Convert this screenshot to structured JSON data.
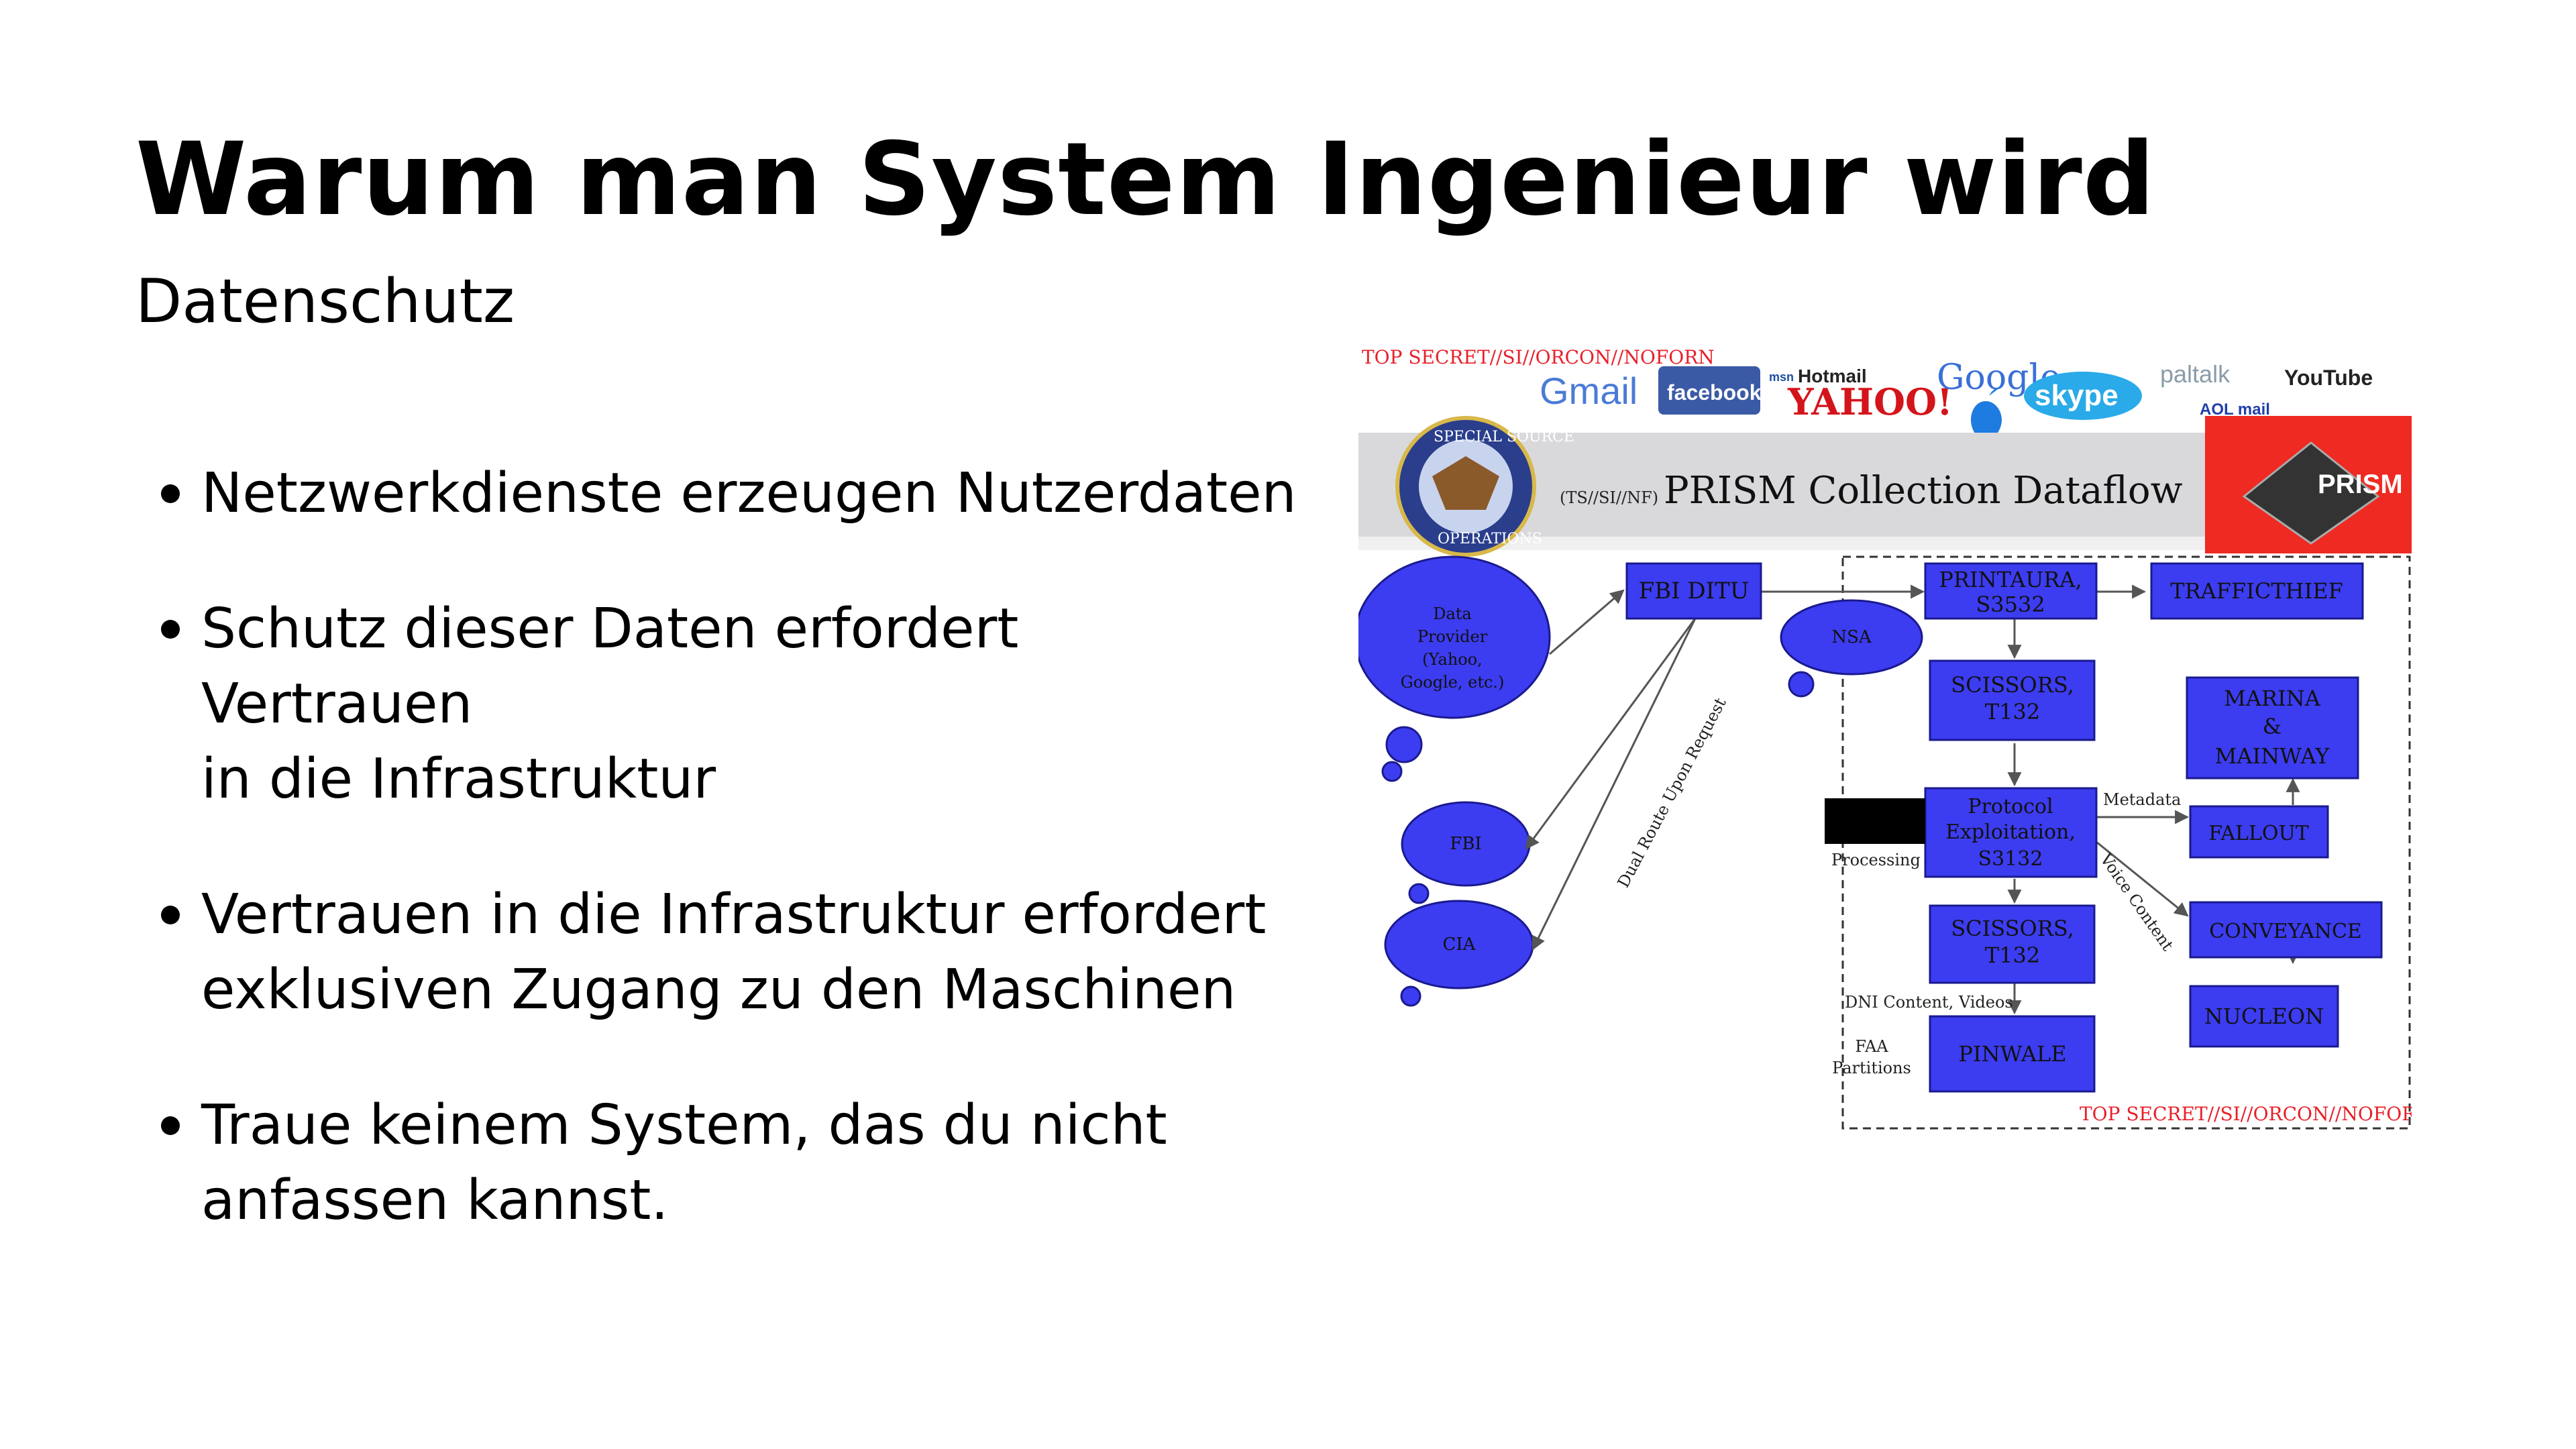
{
  "slide": {
    "title": "Warum man System Ingenieur wird",
    "subtitle": "Datenschutz",
    "bullets": [
      {
        "lines": [
          "Netzwerkdienste erzeugen Nutzerdaten"
        ]
      },
      {
        "lines": [
          "Schutz dieser Daten erfordert Vertrauen",
          "in die Infrastruktur"
        ]
      },
      {
        "lines": [
          "Vertrauen in die Infrastruktur erfordert",
          "exklusiven Zugang zu den Maschinen"
        ]
      },
      {
        "lines": [
          "Traue keinem System, das du nicht",
          "anfassen kannst."
        ]
      }
    ]
  },
  "figure": {
    "classification_top": "TOP SECRET//SI//ORCON//NOFORN",
    "classification_bottom": "TOP SECRET//SI//ORCON//NOFORN",
    "banner_prefix": "(TS//SI//NF)",
    "banner_title": "PRISM Collection Dataflow",
    "seal_text_top": "SPECIAL SOURCE",
    "seal_text_bottom": "OPERATIONS",
    "prism_logo": "PRISM",
    "provider_logos": {
      "gmail": "Gmail",
      "facebook": "facebook",
      "hotmail": "Hotmail",
      "msn": "msn",
      "yahoo": "YAHOO!",
      "google": "Google",
      "skype": "skype",
      "paltalk": "paltalk",
      "youtube": "YouTube",
      "aol": "AOL mail"
    },
    "clouds": {
      "data_provider": [
        "Data",
        "Provider",
        "(Yahoo,",
        "Google, etc.)"
      ],
      "fbi": "FBI",
      "cia": "CIA",
      "nsa": "NSA"
    },
    "boxes": {
      "fbi_ditu": "FBI DITU",
      "printaura": [
        "PRINTAURA,",
        "S3532"
      ],
      "trafficthief": "TRAFFICTHIEF",
      "scissors_1": [
        "SCISSORS,",
        "T132"
      ],
      "marina": [
        "MARINA",
        "&",
        "MAINWAY"
      ],
      "protocol": [
        "Protocol",
        "Exploitation,",
        "S3132"
      ],
      "fallout": "FALLOUT",
      "conveyance": "CONVEYANCE",
      "scissors_2": [
        "SCISSORS,",
        "T132"
      ],
      "nucleon": "NUCLEON",
      "pinwale": "PINWALE"
    },
    "labels": {
      "dual_route": "Dual Route Upon Request",
      "processing": "Processing",
      "metadata": "Metadata",
      "voice_content": "Voice Content",
      "dni_content": "DNI Content, Videos",
      "faa": [
        "FAA",
        "Partitions"
      ]
    },
    "colors": {
      "box_fill": "#3c3cf0",
      "box_stroke": "#1a1a90",
      "classification": "#e8202a",
      "banner_bg": "#d9d9dc",
      "prism_bg": "#ee2a22"
    }
  }
}
